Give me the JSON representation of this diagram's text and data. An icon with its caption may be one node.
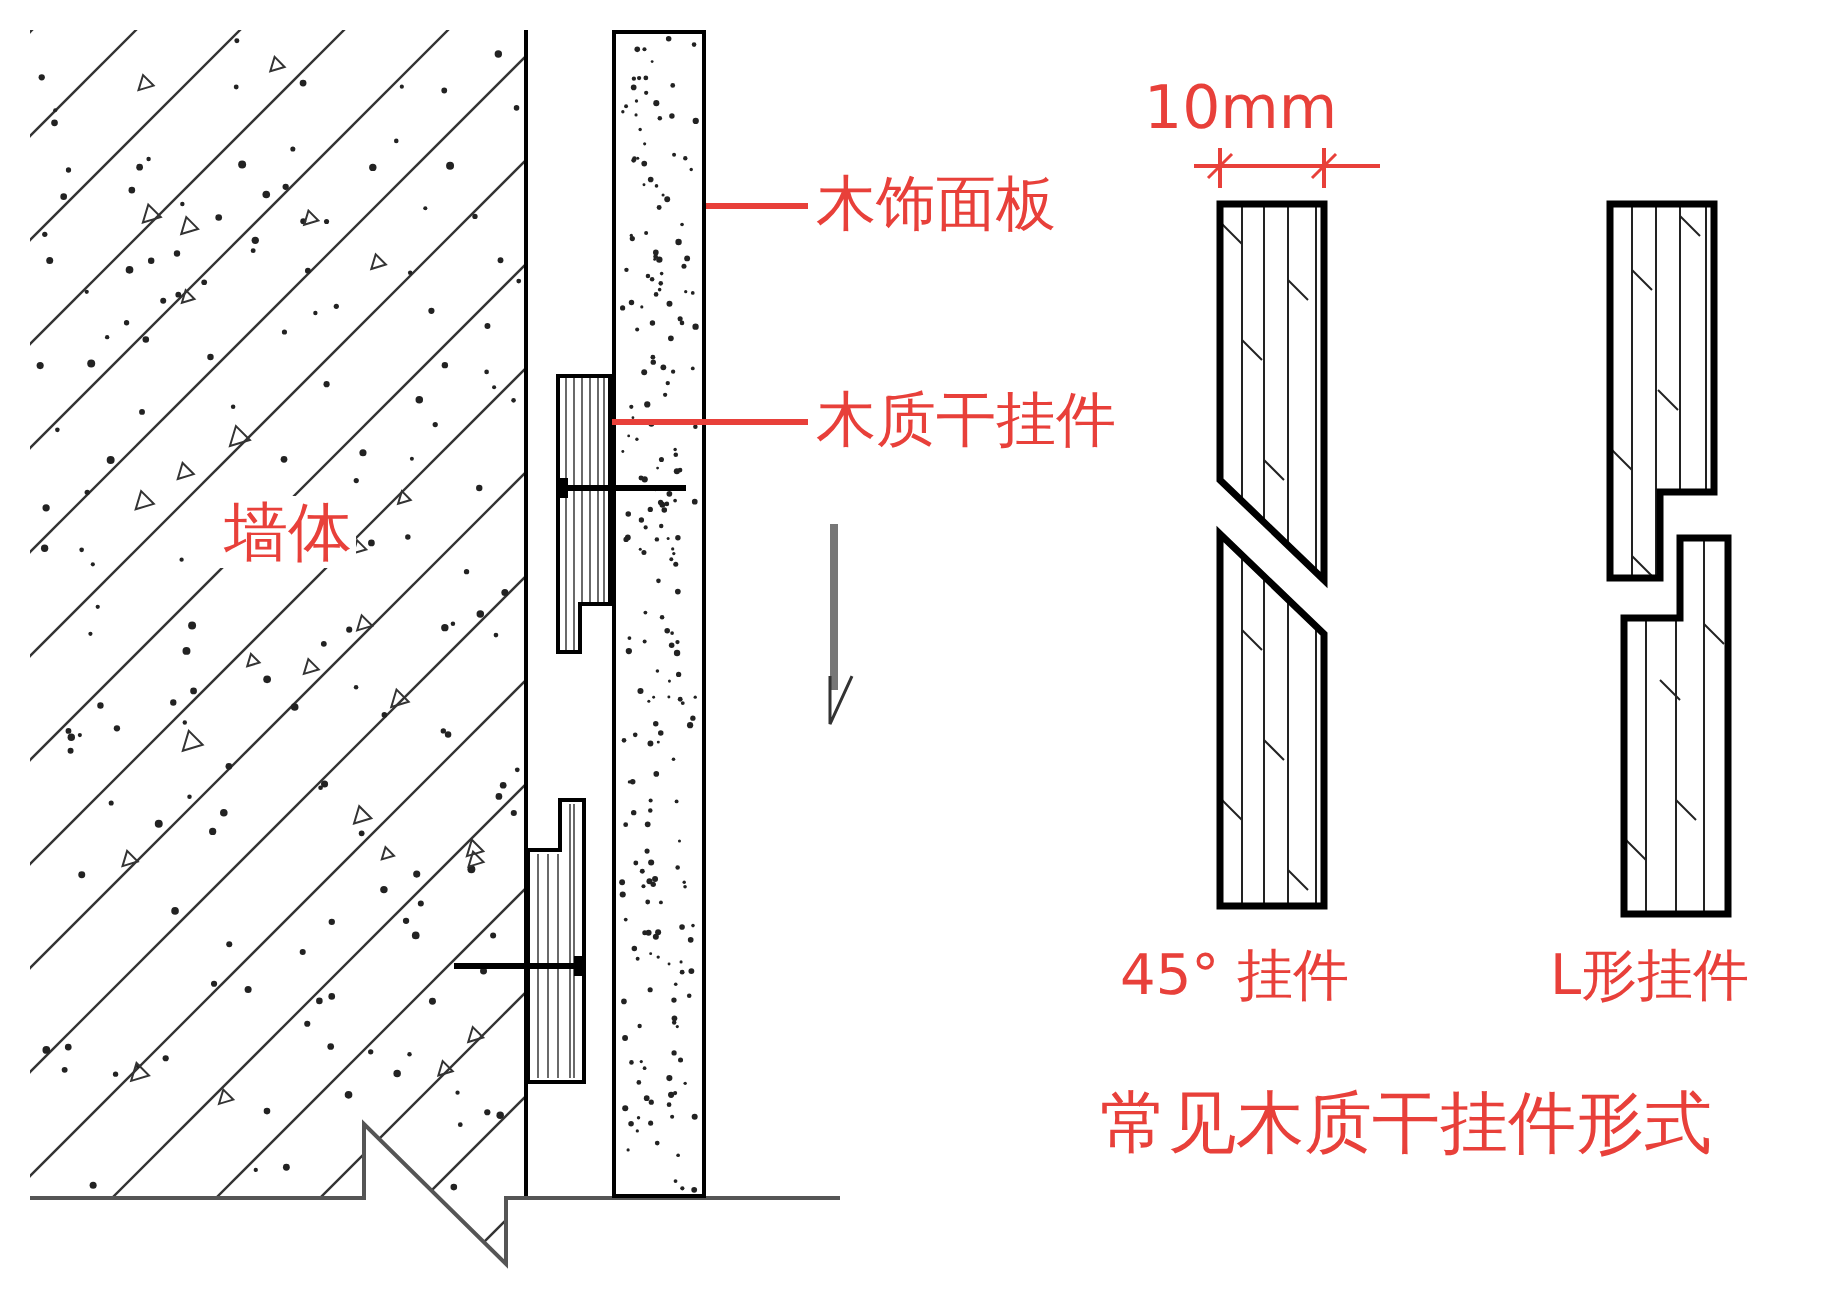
{
  "diagram": {
    "title": "常见木质干挂件形式",
    "nodes": [
      {
        "text": [
          "木饰面板"
        ]
      },
      {
        "text": [
          "木质干挂件"
        ]
      },
      {
        "text": [],
        "shape": "box"
      },
      {
        "text": [],
        "shape": "box"
      }
    ],
    "edges": [
      {
        "from": 0,
        "to": 2,
        "arrow": "none"
      },
      {
        "from": 1,
        "to": 3,
        "arrow": "none"
      }
    ],
    "labels": [
      "10mm",
      "墙体",
      "45° 挂件",
      "L形挂件"
    ]
  }
}
